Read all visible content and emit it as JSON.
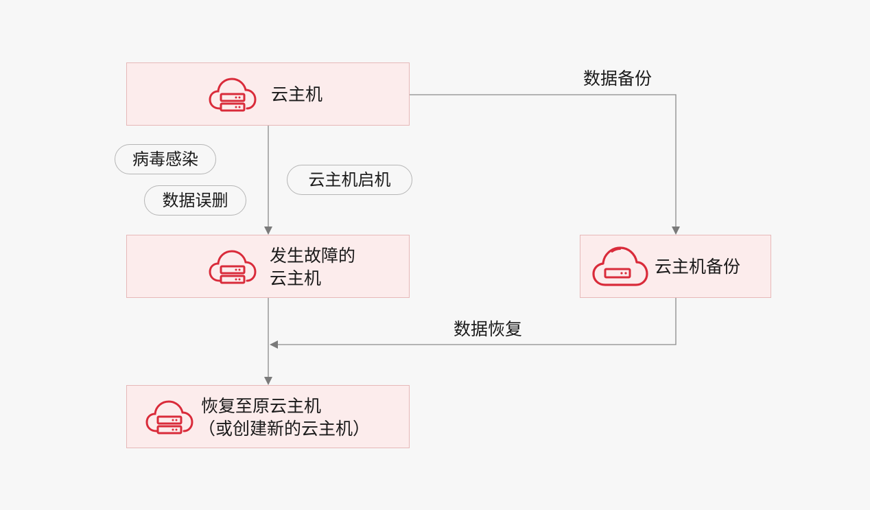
{
  "nodes": {
    "host": {
      "label": "云主机"
    },
    "faulty_host": {
      "line1": "发生故障的",
      "line2": "云主机"
    },
    "backup": {
      "label": "云主机备份"
    },
    "restored": {
      "line1": "恢复至原云主机",
      "line2": "（或创建新的云主机）"
    }
  },
  "edges": {
    "data_backup": "数据备份",
    "data_restore": "数据恢复"
  },
  "causes": {
    "virus": "病毒感染",
    "deleted": "数据误删",
    "boot": "云主机启机"
  },
  "colors": {
    "accent": "#d92b3a",
    "node_fill": "#fcecec",
    "node_border": "#e6b8b8",
    "line": "#8a8a8a"
  }
}
